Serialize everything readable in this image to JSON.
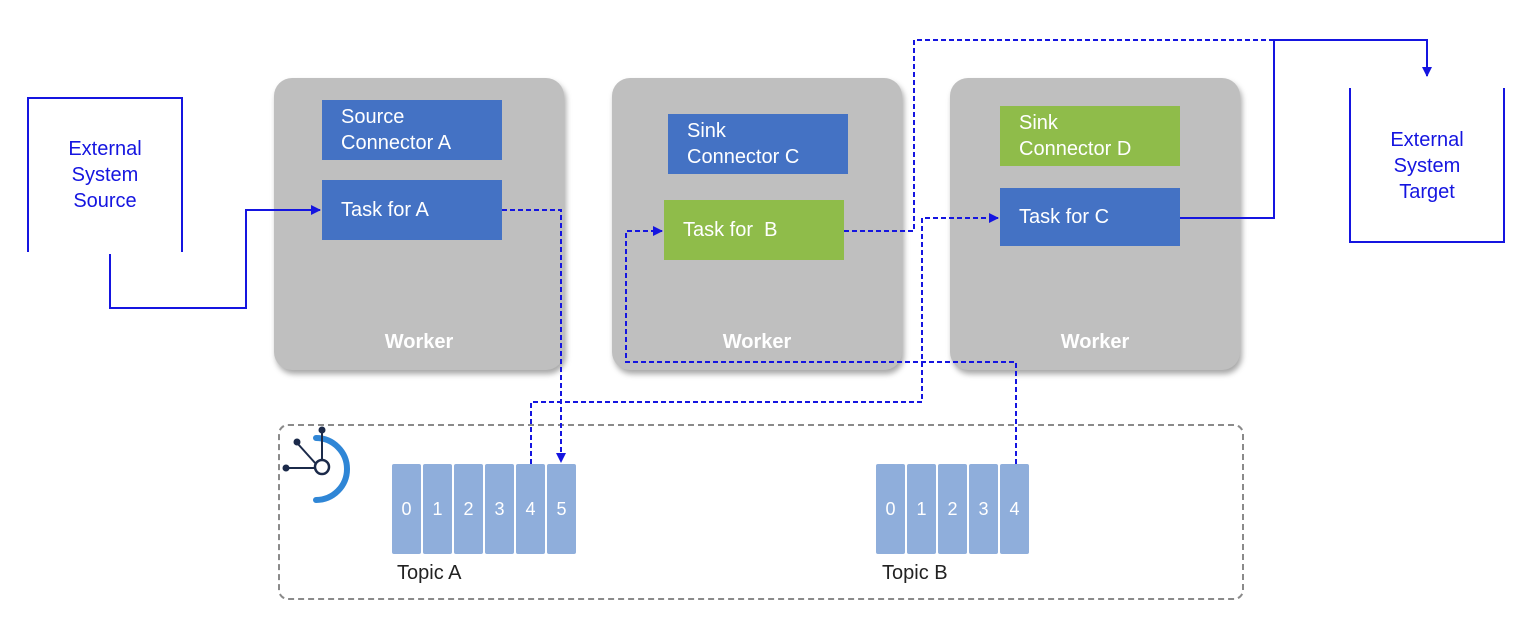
{
  "external_source": {
    "lines": [
      "External",
      "System",
      "Source"
    ]
  },
  "external_target": {
    "lines": [
      "External",
      "System",
      "Target"
    ]
  },
  "workers": [
    {
      "label": "Worker",
      "connector_lines": [
        "Source",
        "Connector A"
      ],
      "task": "Task for A"
    },
    {
      "label": "Worker",
      "connector_lines": [
        "Sink",
        "Connector C"
      ],
      "task": "Task for  B"
    },
    {
      "label": "Worker",
      "connector_lines": [
        "Sink",
        "Connector D"
      ],
      "task": "Task for C"
    }
  ],
  "topics": [
    {
      "label": "Topic A",
      "partitions": [
        "0",
        "1",
        "2",
        "3",
        "4",
        "5"
      ]
    },
    {
      "label": "Topic B",
      "partitions": [
        "0",
        "1",
        "2",
        "3",
        "4"
      ]
    }
  ],
  "colors": {
    "connector_blue": "#4472c4",
    "connector_green": "#8fbc4a",
    "worker_gray": "#bfbfbf",
    "partition_blue": "#8faedb",
    "flow_line": "#1515e0",
    "cluster_border": "#8a8a8a"
  },
  "icons": {
    "cluster_logo": "kafka-network-icon"
  }
}
